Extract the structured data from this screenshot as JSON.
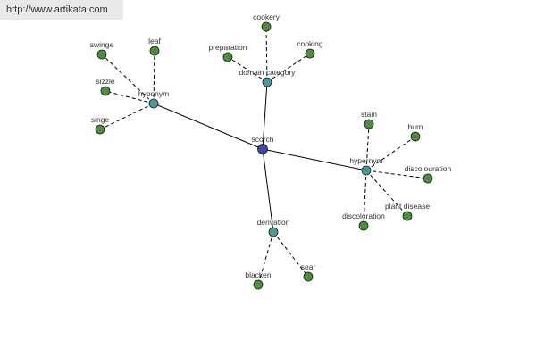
{
  "watermark": {
    "text": "http://www.artikata.com"
  },
  "graph": {
    "colors": {
      "center": "#3b4aa0",
      "relation": "#4a9a9a",
      "leaf": "#4e8c3e",
      "edge": "#000000"
    },
    "nodes": [
      {
        "id": "scorch",
        "label": "scorch",
        "kind": "center"
      },
      {
        "id": "hyponym",
        "label": "hyponym",
        "kind": "relation"
      },
      {
        "id": "domain_category",
        "label": "domain category",
        "kind": "relation"
      },
      {
        "id": "hypernym",
        "label": "hypernym",
        "kind": "relation"
      },
      {
        "id": "derivation",
        "label": "derivation",
        "kind": "relation"
      },
      {
        "id": "swinge",
        "label": "swinge",
        "kind": "leaf"
      },
      {
        "id": "leaf",
        "label": "leaf",
        "kind": "leaf"
      },
      {
        "id": "sizzle",
        "label": "sizzle",
        "kind": "leaf"
      },
      {
        "id": "singe",
        "label": "singe",
        "kind": "leaf"
      },
      {
        "id": "cookery",
        "label": "cookery",
        "kind": "leaf"
      },
      {
        "id": "preparation",
        "label": "preparation",
        "kind": "leaf"
      },
      {
        "id": "cooking",
        "label": "cooking",
        "kind": "leaf"
      },
      {
        "id": "stain",
        "label": "stain",
        "kind": "leaf"
      },
      {
        "id": "burn",
        "label": "burn",
        "kind": "leaf"
      },
      {
        "id": "discolouration",
        "label": "discolouration",
        "kind": "leaf"
      },
      {
        "id": "plant_disease",
        "label": "plant disease",
        "kind": "leaf"
      },
      {
        "id": "discoloration",
        "label": "discoloration",
        "kind": "leaf"
      },
      {
        "id": "blacken",
        "label": "blacken",
        "kind": "leaf"
      },
      {
        "id": "sear",
        "label": "sear",
        "kind": "leaf"
      }
    ],
    "edges": [
      {
        "from": "scorch",
        "to": "hyponym",
        "style": "solid"
      },
      {
        "from": "scorch",
        "to": "domain_category",
        "style": "solid"
      },
      {
        "from": "scorch",
        "to": "hypernym",
        "style": "solid"
      },
      {
        "from": "scorch",
        "to": "derivation",
        "style": "solid"
      },
      {
        "from": "hyponym",
        "to": "swinge",
        "style": "dashed"
      },
      {
        "from": "hyponym",
        "to": "leaf",
        "style": "dashed"
      },
      {
        "from": "hyponym",
        "to": "sizzle",
        "style": "dashed"
      },
      {
        "from": "hyponym",
        "to": "singe",
        "style": "dashed"
      },
      {
        "from": "domain_category",
        "to": "cookery",
        "style": "dashed"
      },
      {
        "from": "domain_category",
        "to": "preparation",
        "style": "dashed"
      },
      {
        "from": "domain_category",
        "to": "cooking",
        "style": "dashed"
      },
      {
        "from": "hypernym",
        "to": "stain",
        "style": "dashed"
      },
      {
        "from": "hypernym",
        "to": "burn",
        "style": "dashed"
      },
      {
        "from": "hypernym",
        "to": "discolouration",
        "style": "dashed"
      },
      {
        "from": "hypernym",
        "to": "plant_disease",
        "style": "dashed"
      },
      {
        "from": "hypernym",
        "to": "discoloration",
        "style": "dashed"
      },
      {
        "from": "derivation",
        "to": "blacken",
        "style": "dashed"
      },
      {
        "from": "derivation",
        "to": "sear",
        "style": "dashed"
      }
    ]
  }
}
